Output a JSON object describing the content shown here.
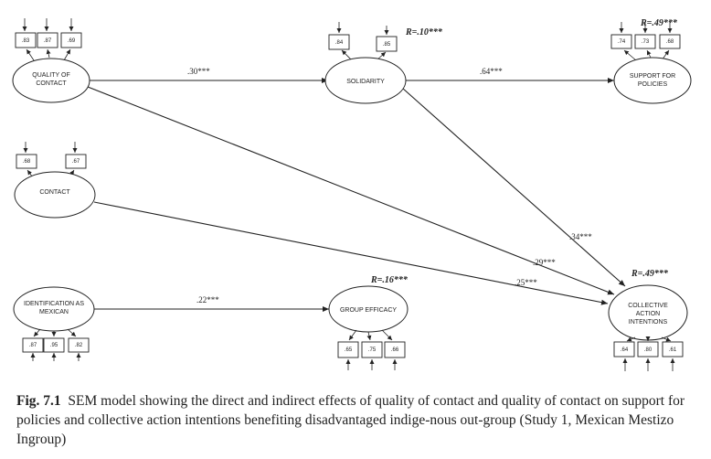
{
  "nodes": {
    "quality_of_contact": {
      "label": [
        "QUALITY OF",
        "CONTACT"
      ],
      "indicators": [
        ".83",
        ".87",
        ".69"
      ]
    },
    "contact": {
      "label": [
        "CONTACT"
      ],
      "indicators": [
        ".68",
        ".67"
      ]
    },
    "identification": {
      "label": [
        "IDENTIFICATION AS",
        "MEXICAN"
      ],
      "indicators": [
        ".87",
        ".95",
        ".82"
      ]
    },
    "solidarity": {
      "label": [
        "SOLIDARITY"
      ],
      "indicators": [
        ".84",
        ".85"
      ],
      "r2": "R=.10***"
    },
    "group_efficacy": {
      "label": [
        "GROUP EFFICACY"
      ],
      "indicators": [
        ".65",
        ".75",
        ".66"
      ],
      "r2": "R=.16***"
    },
    "support_for_policies": {
      "label": [
        "SUPPORT FOR",
        "POLICIES"
      ],
      "indicators": [
        ".74",
        ".73",
        ".68"
      ],
      "r2": "R=.49***"
    },
    "collective_action": {
      "label": [
        "COLLECTIVE",
        "ACTION",
        "INTENTIONS"
      ],
      "indicators": [
        ".64",
        ".80",
        ".61"
      ],
      "r2": "R=.49***"
    }
  },
  "paths": {
    "qoc_solidarity": ".30***",
    "solidarity_support": ".64***",
    "solidarity_cai": ".34***",
    "qoc_cai": ".29***",
    "contact_cai": ".25***",
    "identification_efficacy": ".22***"
  },
  "caption": {
    "label": "Fig. 7.1",
    "text": "SEM model showing the direct and indirect effects of quality of contact and quality of contact on support for policies and collective action intentions benefiting disadvantaged indige-nous out-group (Study 1, Mexican Mestizo Ingroup)"
  }
}
